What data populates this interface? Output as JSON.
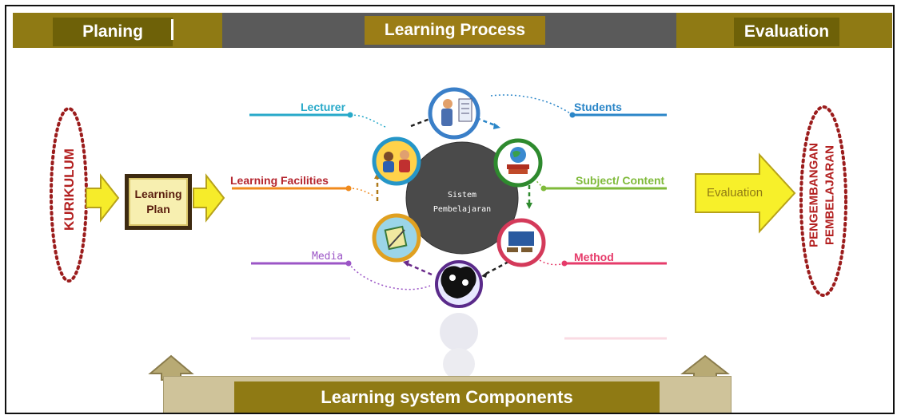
{
  "header": {
    "planing": "Planing",
    "learning_process": "Learning Process",
    "evaluation": "Evaluation"
  },
  "left": {
    "kurikulum": "KURIKULUM",
    "learning_plan_line1": "Learning",
    "learning_plan_line2": "Plan"
  },
  "center": {
    "core_line1": "Sistem",
    "core_line2": "Pembelajaran",
    "components": {
      "lecturer": "Lecturer",
      "learning_facilities": "Learning Facilities",
      "media": "Media",
      "students": "Students",
      "subject_content": "Subject/ Content",
      "method": "Method"
    }
  },
  "right": {
    "evaluation_arrow": "Evaluation",
    "pengembangan": "PENGEMBANGAN",
    "pembelajaran": "PEMBELAJARAN"
  },
  "footer": {
    "label": "Learning system Components"
  },
  "colors": {
    "olive": "#8f7a14",
    "gray": "#5a5a5a",
    "lecturer": "#27a9c9",
    "students": "#2b86c8",
    "facilities": "#f08a1c",
    "subject": "#7fba3a",
    "media": "#9b55c6",
    "method": "#e63b6a",
    "kurikulum": "#9b1c1c"
  },
  "icons": [
    "teacher-icon",
    "students-group-icon",
    "books-globe-icon",
    "classroom-icon",
    "media-notepad-icon",
    "audience-icon"
  ]
}
